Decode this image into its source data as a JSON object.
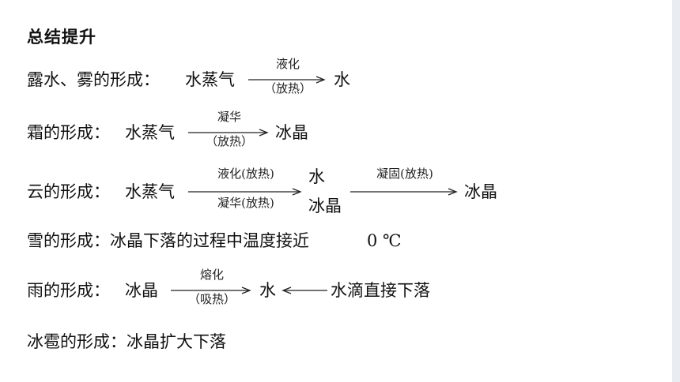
{
  "title": "总结提升",
  "lines": {
    "dew": {
      "label": "露水、雾的形成：",
      "from": "水蒸气",
      "arrow_top": "液化",
      "arrow_bottom": "（放热）",
      "to": "水"
    },
    "frost": {
      "label": "霜的形成：",
      "from": "水蒸气",
      "arrow_top": "凝华",
      "arrow_bottom": "（放热）",
      "to": "冰晶"
    },
    "cloud": {
      "label": "云的形成：",
      "from": "水蒸气",
      "arrow_upper": "液化(放热)",
      "to_upper": "水",
      "arrow_lower": "凝华(放热)",
      "to_lower": "冰晶",
      "arrow_right": "凝固(放热)",
      "to_final": "冰晶"
    },
    "snow": {
      "text": "雪的形成：冰晶下落的过程中温度接近",
      "temp": "0 ℃"
    },
    "rain": {
      "label": "雨的形成：",
      "from": "冰晶",
      "arrow_top": "熔化",
      "arrow_bottom": "（吸热）",
      "to": "水",
      "source": "水滴直接下落"
    },
    "hail": {
      "text": "冰雹的形成：冰晶扩大下落"
    }
  }
}
